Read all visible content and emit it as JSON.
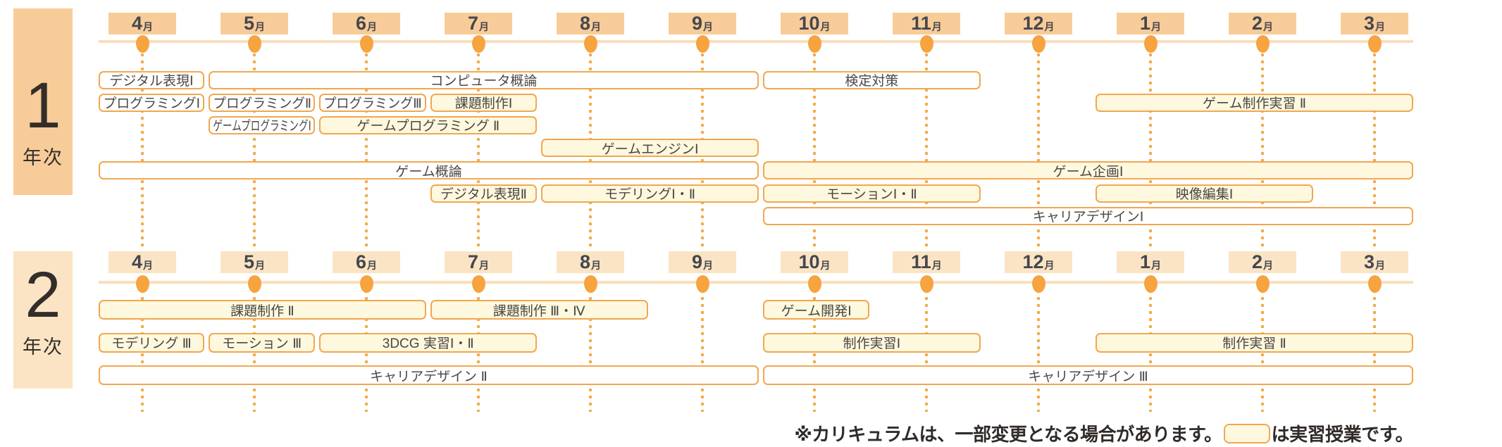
{
  "colors": {
    "accent_orange": "#F5A440",
    "box_border_orange": "#F1A750",
    "practical_fill_yellow": "#FDF8DE",
    "lecture_fill_white": "#FFFFFF",
    "timeline_line": "#F9DFB9",
    "year1_peach": "#F8CC99",
    "year2_peach": "#FAE4C4",
    "month_text": "#45474E",
    "course_text": "#4B4743"
  },
  "months": [
    "4",
    "5",
    "6",
    "7",
    "8",
    "9",
    "10",
    "11",
    "12",
    "1",
    "2",
    "3"
  ],
  "month_suffix": "月",
  "sections": [
    {
      "name": "1年次",
      "grade_numeral": "1",
      "grade_suffix": "年次",
      "courses": [
        {
          "label": "デジタル表現Ⅰ",
          "row": 0,
          "from": -1,
          "to": 0,
          "type": "lecture"
        },
        {
          "label": "コンピュータ概論",
          "row": 0,
          "from": 0,
          "to": 5,
          "type": "lecture"
        },
        {
          "label": "検定対策",
          "row": 0,
          "from": 5,
          "to": 7,
          "type": "lecture"
        },
        {
          "label": "プログラミングⅠ",
          "row": 1,
          "from": -1,
          "to": 0,
          "type": "lecture"
        },
        {
          "label": "プログラミングⅡ",
          "row": 1,
          "from": 0,
          "to": 1,
          "type": "lecture"
        },
        {
          "label": "プログラミングⅢ",
          "row": 1,
          "from": 1,
          "to": 2,
          "type": "lecture"
        },
        {
          "label": "課題制作Ⅰ",
          "row": 1,
          "from": 2,
          "to": 3,
          "type": "practical"
        },
        {
          "label": "ゲーム制作実習 Ⅱ",
          "row": 1,
          "from": 8,
          "to": 11,
          "type": "practical"
        },
        {
          "label": "ゲームプログラミングⅠ",
          "row": 2,
          "from": 0,
          "to": 1,
          "type": "lecture"
        },
        {
          "label": "ゲームプログラミング Ⅱ",
          "row": 2,
          "from": 1,
          "to": 3,
          "type": "practical"
        },
        {
          "label": "ゲームエンジンⅠ",
          "row": 3,
          "from": 3,
          "to": 5,
          "type": "practical"
        },
        {
          "label": "ゲーム概論",
          "row": 4,
          "from": -1,
          "to": 5,
          "type": "lecture"
        },
        {
          "label": "ゲーム企画Ⅰ",
          "row": 4,
          "from": 5,
          "to": 11,
          "type": "practical"
        },
        {
          "label": "デジタル表現Ⅱ",
          "row": 5,
          "from": 2,
          "to": 3,
          "type": "practical"
        },
        {
          "label": "モデリングⅠ・Ⅱ",
          "row": 5,
          "from": 3,
          "to": 5,
          "type": "practical"
        },
        {
          "label": "モーションⅠ・Ⅱ",
          "row": 5,
          "from": 5,
          "to": 7,
          "type": "practical"
        },
        {
          "label": "映像編集Ⅰ",
          "row": 5,
          "from": 8,
          "to": 10,
          "type": "practical"
        },
        {
          "label": "キャリアデザインⅠ",
          "row": 6,
          "from": 5,
          "to": 11,
          "type": "lecture"
        }
      ]
    },
    {
      "name": "2年次",
      "grade_numeral": "2",
      "grade_suffix": "年次",
      "courses": [
        {
          "label": "課題制作 Ⅱ",
          "row": 0,
          "from": -1,
          "to": 2,
          "type": "practical"
        },
        {
          "label": "課題制作 Ⅲ・Ⅳ",
          "row": 0,
          "from": 2,
          "to": 4,
          "type": "practical"
        },
        {
          "label": "ゲーム開発Ⅰ",
          "row": 0,
          "from": 5,
          "to": 6,
          "type": "practical"
        },
        {
          "label": "モデリング Ⅲ",
          "row": 1,
          "from": -1,
          "to": 0,
          "type": "practical"
        },
        {
          "label": "モーション Ⅲ",
          "row": 1,
          "from": 0,
          "to": 1,
          "type": "practical"
        },
        {
          "label": "3DCG 実習Ⅰ・Ⅱ",
          "row": 1,
          "from": 1,
          "to": 3,
          "type": "practical"
        },
        {
          "label": "制作実習Ⅰ",
          "row": 1,
          "from": 5,
          "to": 7,
          "type": "practical"
        },
        {
          "label": "制作実習 Ⅱ",
          "row": 1,
          "from": 8,
          "to": 11,
          "type": "practical"
        },
        {
          "label": "キャリアデザイン Ⅱ",
          "row": 2,
          "from": -1,
          "to": 5,
          "type": "lecture"
        },
        {
          "label": "キャリアデザイン Ⅲ",
          "row": 2,
          "from": 5,
          "to": 11,
          "type": "lecture"
        }
      ]
    }
  ],
  "note": {
    "text_before": "※カリキュラムは、一部変更となる場合があります。",
    "swatch_meaning": "practical-class-swatch",
    "text_after": "は実習授業です。"
  }
}
